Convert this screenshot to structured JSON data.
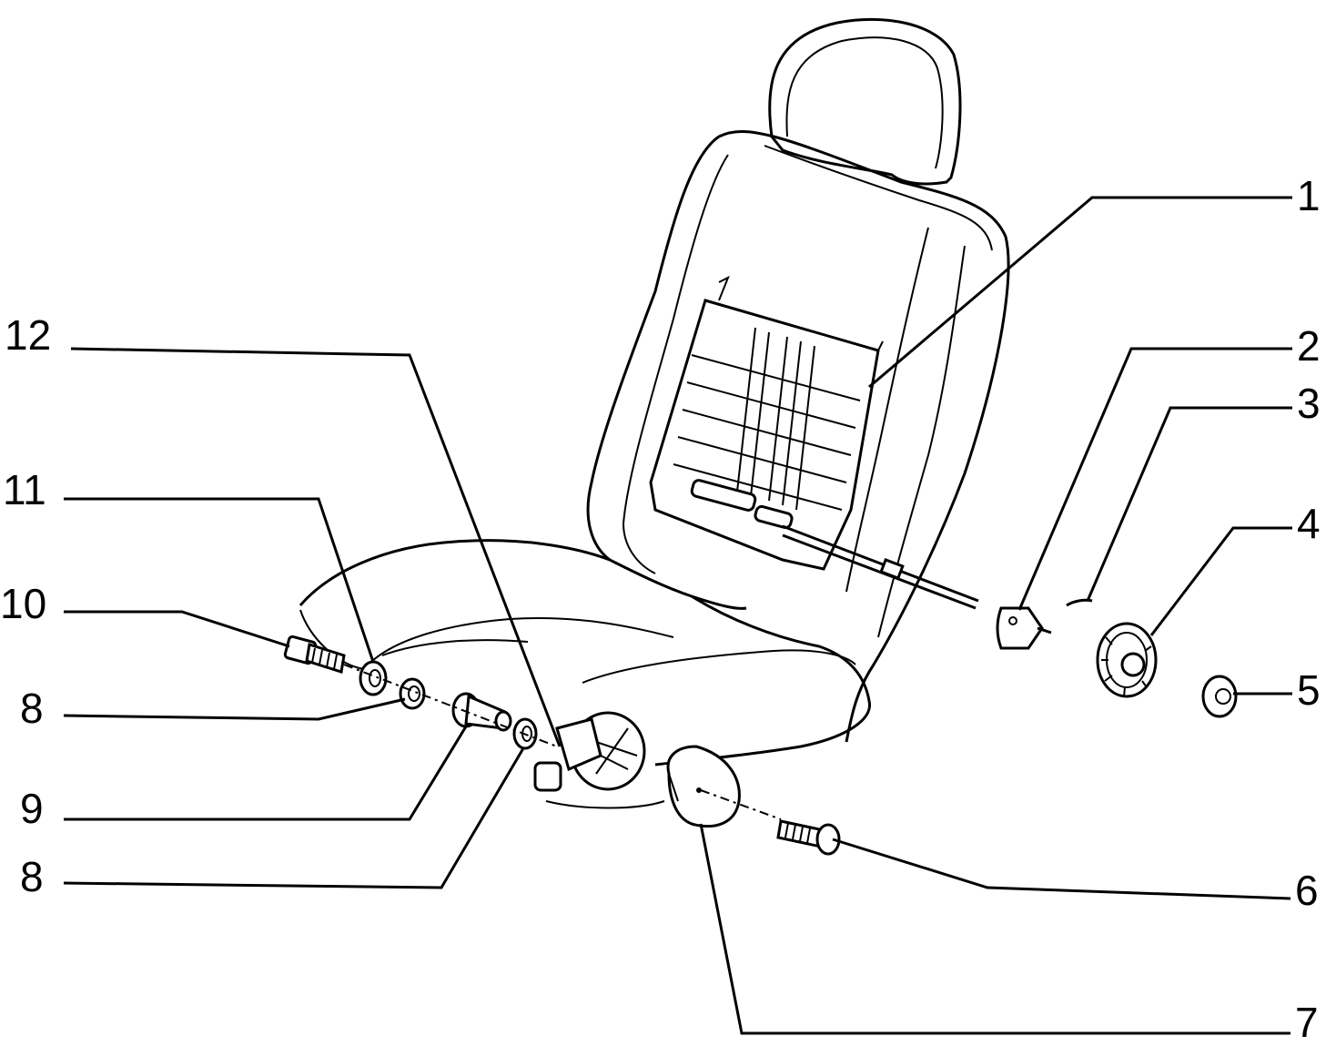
{
  "callouts": {
    "c1": "1",
    "c2": "2",
    "c3": "3",
    "c4": "4",
    "c5": "5",
    "c6": "6",
    "c7": "7",
    "c8a": "8",
    "c8b": "8",
    "c9": "9",
    "c10": "10",
    "c11": "11",
    "c12": "12"
  }
}
